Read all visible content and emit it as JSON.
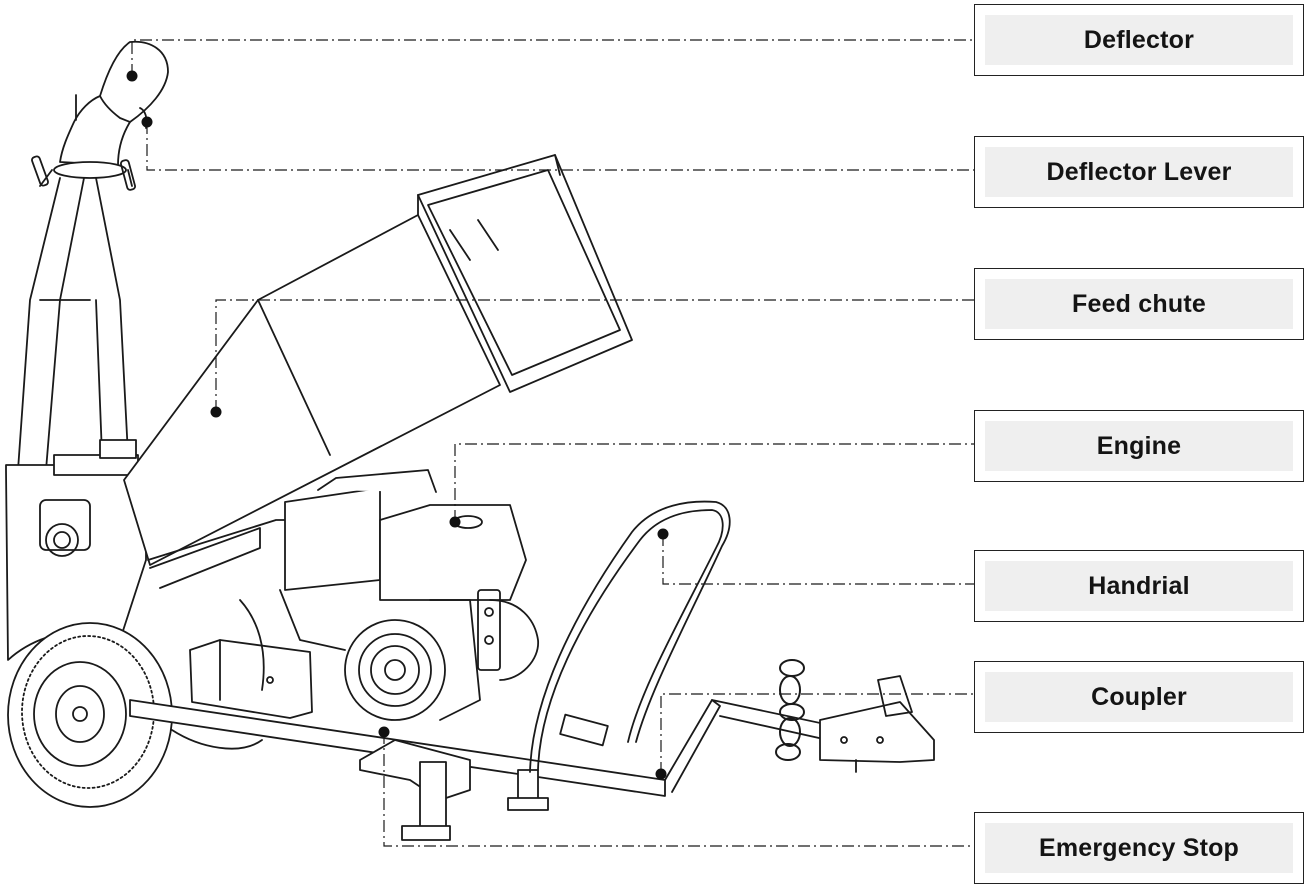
{
  "labels": [
    {
      "id": "deflector",
      "text": "Deflector"
    },
    {
      "id": "deflector-lever",
      "text": "Deflector Lever"
    },
    {
      "id": "feed-chute",
      "text": "Feed chute"
    },
    {
      "id": "engine",
      "text": "Engine"
    },
    {
      "id": "handrial",
      "text": "Handrial"
    },
    {
      "id": "coupler",
      "text": "Coupler"
    },
    {
      "id": "emergency-stop",
      "text": "Emergency Stop"
    }
  ],
  "colors": {
    "line": "#1a1a1a",
    "label_fill": "#efefef",
    "label_border": "#222222"
  }
}
